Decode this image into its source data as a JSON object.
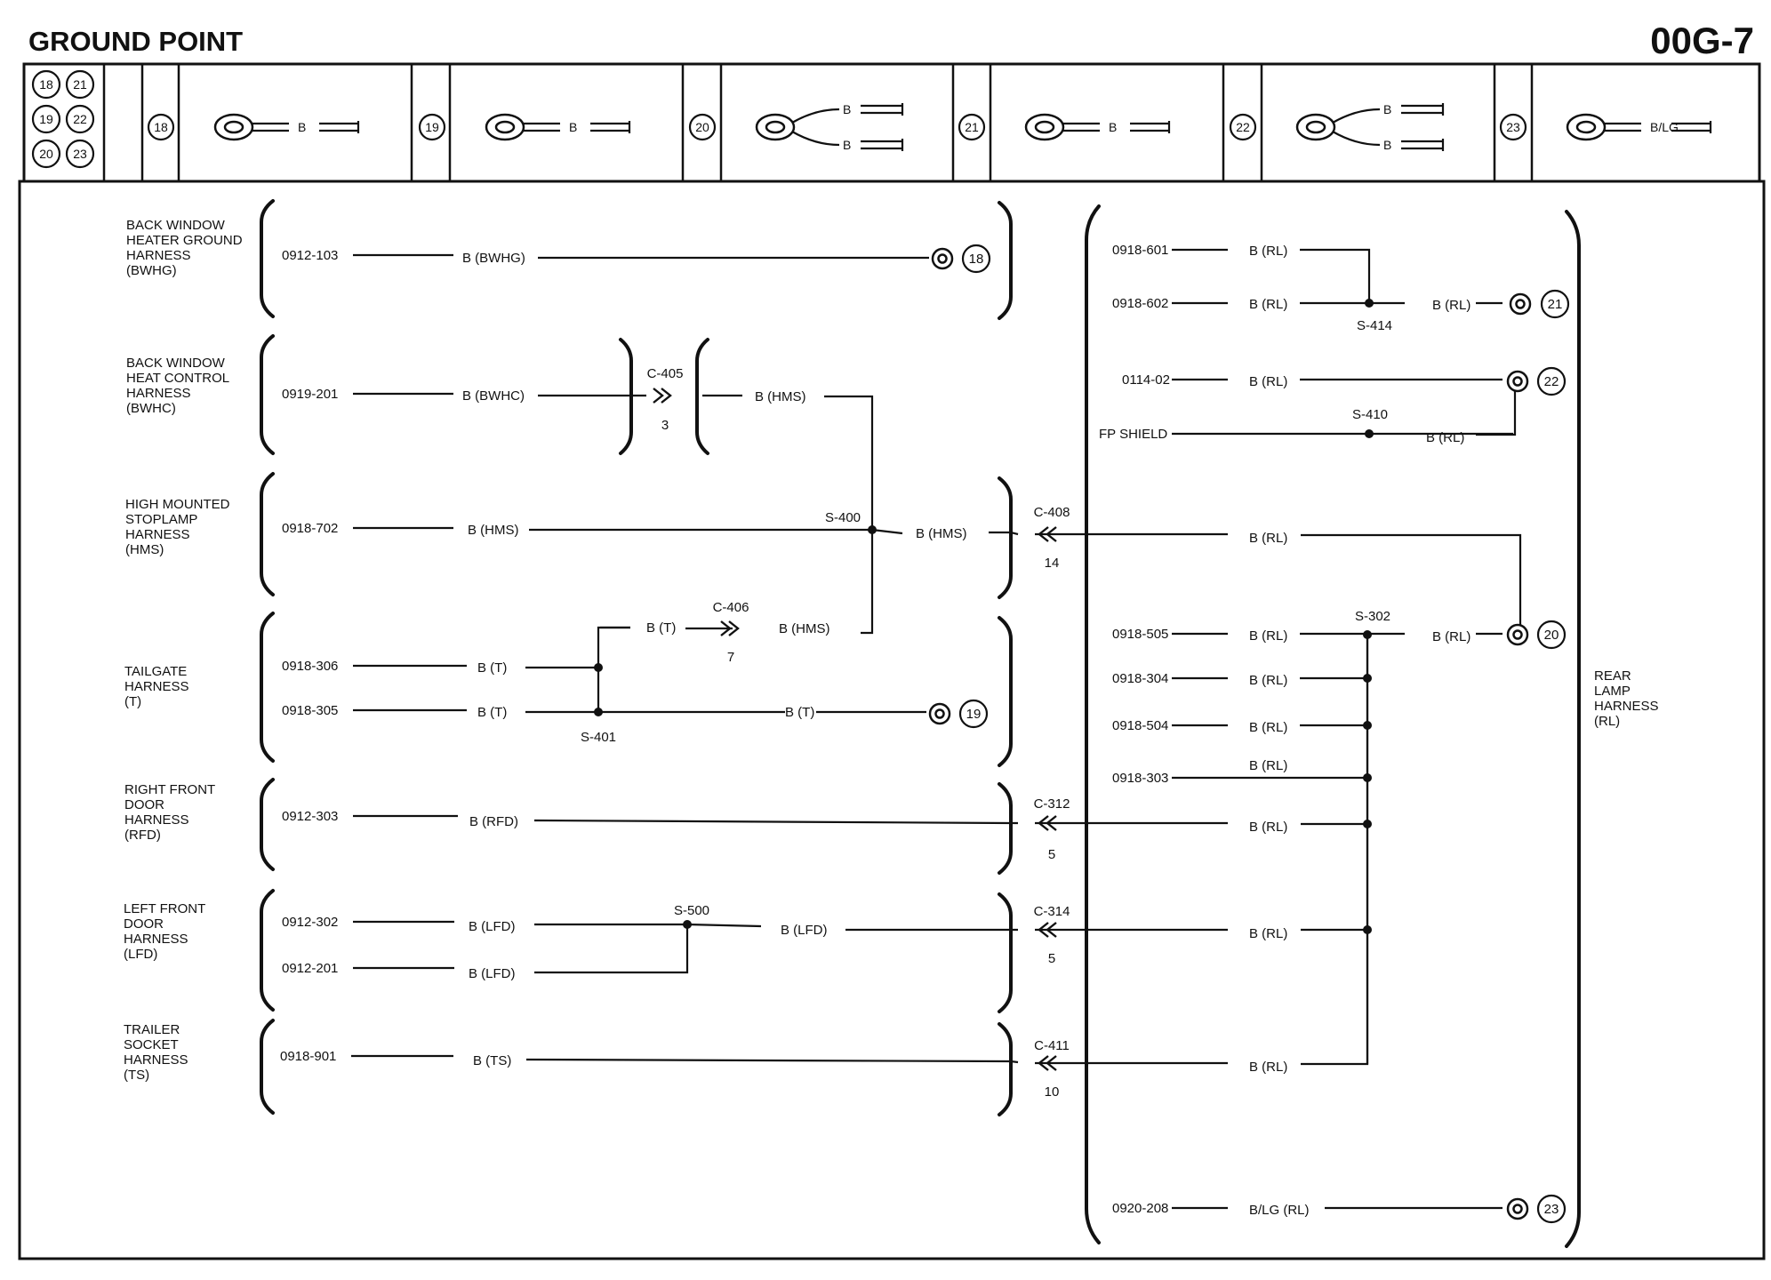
{
  "page": {
    "title": "GROUND POINT",
    "code": "00G-7"
  },
  "key_panel": {
    "numbers": [
      "18",
      "21",
      "19",
      "22",
      "20",
      "23"
    ]
  },
  "legend": [
    {
      "num": "18",
      "style": "single",
      "wires": [
        "B"
      ]
    },
    {
      "num": "19",
      "style": "single",
      "wires": [
        "B"
      ]
    },
    {
      "num": "20",
      "style": "double",
      "wires": [
        "B",
        "B"
      ]
    },
    {
      "num": "21",
      "style": "single",
      "wires": [
        "B"
      ]
    },
    {
      "num": "22",
      "style": "double",
      "wires": [
        "B",
        "B"
      ]
    },
    {
      "num": "23",
      "style": "single",
      "wires": [
        "B/LG"
      ]
    }
  ],
  "harnesses": {
    "bwhg": [
      "BACK WINDOW",
      "HEATER GROUND",
      "HARNESS",
      "(BWHG)"
    ],
    "bwhc": [
      "BACK WINDOW",
      "HEAT CONTROL",
      "HARNESS",
      "(BWHC)"
    ],
    "hms": [
      "HIGH MOUNTED",
      "STOPLAMP",
      "HARNESS",
      "(HMS)"
    ],
    "t": [
      "TAILGATE",
      "HARNESS",
      "(T)"
    ],
    "rfd": [
      "RIGHT FRONT",
      "DOOR",
      "HARNESS",
      "(RFD)"
    ],
    "lfd": [
      "LEFT FRONT",
      "DOOR",
      "HARNESS",
      "(LFD)"
    ],
    "ts": [
      "TRAILER",
      "SOCKET",
      "HARNESS",
      "(TS)"
    ],
    "rl": [
      "REAR",
      "LAMP",
      "HARNESS",
      "(RL)"
    ]
  },
  "circuits": {
    "c0912_103": "0912-103",
    "c0919_201": "0919-201",
    "c0918_702": "0918-702",
    "c0918_306": "0918-306",
    "c0918_305": "0918-305",
    "c0912_303": "0912-303",
    "c0912_302": "0912-302",
    "c0912_201": "0912-201",
    "c0918_901": "0918-901",
    "c0918_601": "0918-601",
    "c0918_602": "0918-602",
    "c0114_02": "0114-02",
    "fp_shield": "FP SHIELD",
    "c0918_505": "0918-505",
    "c0918_304": "0918-304",
    "c0918_504": "0918-504",
    "c0918_303": "0918-303",
    "c0920_208": "0920-208"
  },
  "wire_labels": {
    "b_bwhg": "B (BWHG)",
    "b_bwhc": "B (BWHC)",
    "b_hms": "B (HMS)",
    "b_t": "B (T)",
    "b_rfd": "B (RFD)",
    "b_lfd": "B (LFD)",
    "b_ts": "B (TS)",
    "b_rl": "B (RL)",
    "blg_rl": "B/LG (RL)"
  },
  "connectors": {
    "c405": {
      "name": "C-405",
      "pin": "3"
    },
    "c406": {
      "name": "C-406",
      "pin": "7"
    },
    "c408": {
      "name": "C-408",
      "pin": "14"
    },
    "c312": {
      "name": "C-312",
      "pin": "5"
    },
    "c314": {
      "name": "C-314",
      "pin": "5"
    },
    "c411": {
      "name": "C-411",
      "pin": "10"
    }
  },
  "splices": {
    "s400": "S-400",
    "s401": "S-401",
    "s500": "S-500",
    "s414": "S-414",
    "s410": "S-410",
    "s302": "S-302"
  },
  "ground_points": {
    "g18": "18",
    "g19": "19",
    "g20": "20",
    "g21": "21",
    "g22": "22",
    "g23": "23"
  }
}
